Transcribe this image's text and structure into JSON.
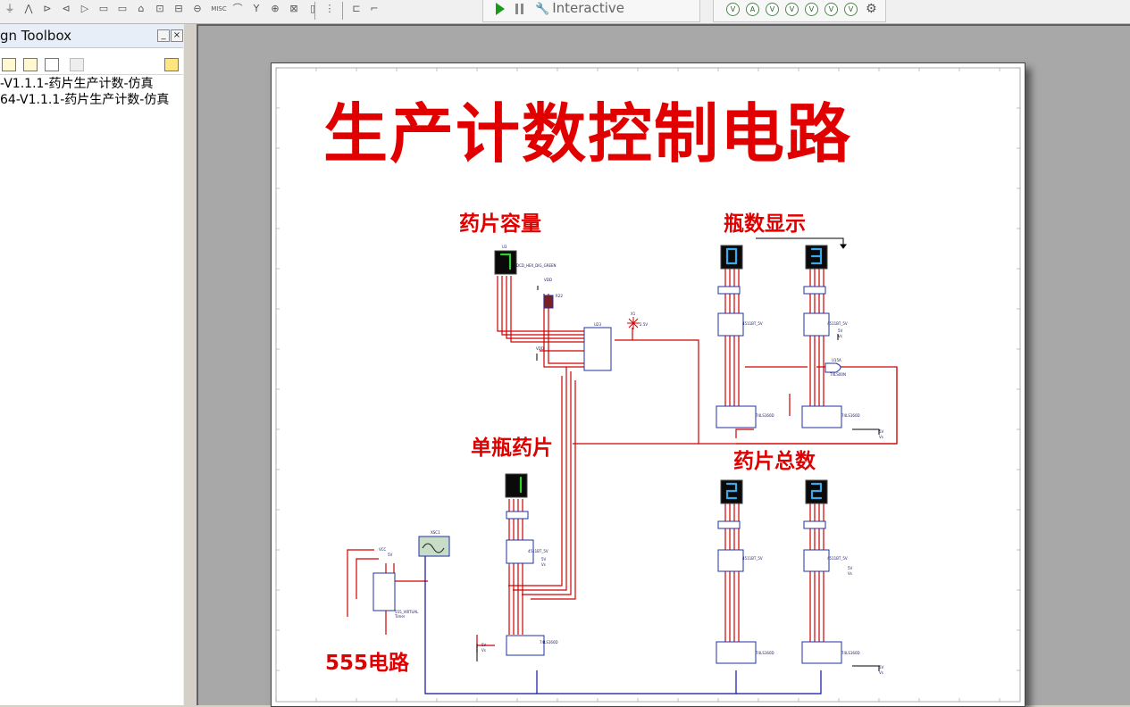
{
  "toolbar": {
    "component_icons": [
      "ground-icon",
      "resistor-icon",
      "diode-icon",
      "transistor-icon",
      "analog-icon",
      "ttl-icon",
      "cmos-icon",
      "mcu-icon",
      "advanced-icon",
      "rf-icon",
      "electromech-icon",
      "misc-icon",
      "indicator-icon",
      "power-icon",
      "probe-icon",
      "ladder-icon",
      "connector-icon"
    ],
    "misc_label": "MISC",
    "simulation": {
      "mode_label": "Interactive"
    },
    "probes": [
      "V",
      "A",
      "V",
      "V",
      "V",
      "V",
      "V"
    ]
  },
  "design_toolbox": {
    "title": "gn Toolbox",
    "items": [
      "-V1.1.1-药片生产计数-仿真",
      "64-V1.1.1-药片生产计数-仿真"
    ]
  },
  "schematic": {
    "title": "生产计数控制电路",
    "labels": {
      "capacity": "药片容量",
      "bottle_count": "瓶数显示",
      "per_bottle": "单瓶药片",
      "total": "药片总数",
      "timer": "555电路"
    },
    "displays": {
      "capacity": "7",
      "bottle_tens": "0",
      "bottle_units": "3",
      "per_bottle": "1",
      "total_tens": "2",
      "total_units": "2"
    },
    "component_text": {
      "u_capacity": "U3",
      "dcd_hex": "DCD_HEX_DIG_GREEN",
      "vdd": "VDD",
      "vdd2": "VDD",
      "r22": "R22",
      "u_cmp": "U23",
      "x1": "X1",
      "x1_val": "2.5V",
      "u_gate": "U15A",
      "u_gate_part": "74LS00N",
      "decoder": "4511BT_5V",
      "counter": "74LS160D",
      "timer_part": "555_VIRTUAL",
      "timer_sub": "Timer",
      "vcc": "VCC",
      "vcc_val": "5V",
      "scope": "XSC1",
      "v5": "5V",
      "vs": "Vs"
    }
  }
}
